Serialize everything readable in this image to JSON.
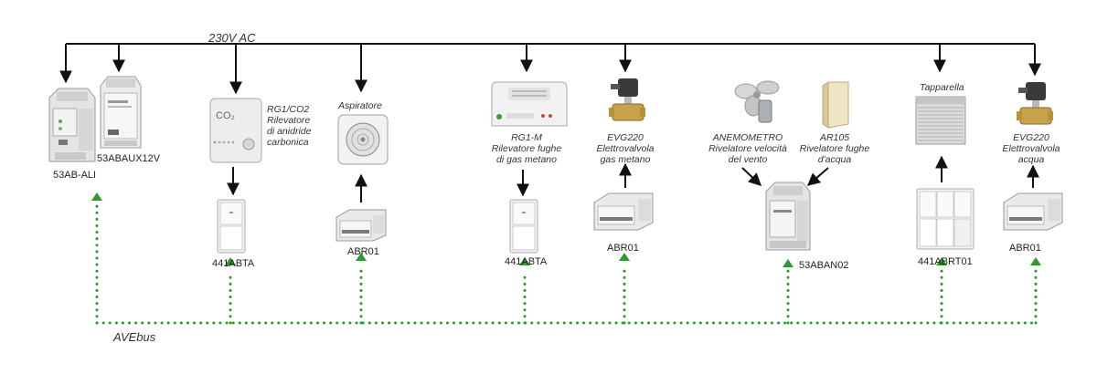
{
  "power_line": {
    "label": "230V AC"
  },
  "bus_line": {
    "label": "AVEbus"
  },
  "devices": {
    "psu_ali": {
      "code": "53AB-ALI"
    },
    "psu_aux": {
      "code": "53ABAUX12V"
    },
    "co2_sensor": {
      "lines": [
        "RG1/CO2",
        "Rilevatore",
        "di anidride",
        "carbonica"
      ],
      "display_text": "CO₂"
    },
    "module_1": {
      "code": "441ABTA"
    },
    "aspiratore": {
      "title": "Aspiratore"
    },
    "relay_1": {
      "code": "ABR01"
    },
    "gas_detector": {
      "lines": [
        "RG1-M",
        "Rilevatore fughe",
        "di gas metano"
      ]
    },
    "module_2": {
      "code": "441ABTA"
    },
    "gas_valve": {
      "lines": [
        "EVG220",
        "Elettrovalvola",
        "gas metano"
      ]
    },
    "relay_2": {
      "code": "ABR01"
    },
    "anemometer": {
      "lines": [
        "ANEMOMETRO",
        "Rivelatore velocità",
        "del vento"
      ]
    },
    "water_sensor": {
      "lines": [
        "AR105",
        "Rivelatore fughe",
        "d'acqua"
      ]
    },
    "din_module": {
      "code": "53ABAN02"
    },
    "tapparella": {
      "title": "Tapparella"
    },
    "switch_module": {
      "code": "441ABRT01"
    },
    "water_valve": {
      "lines": [
        "EVG220",
        "Elettrovalvola",
        "acqua"
      ]
    },
    "relay_3": {
      "code": "ABR01"
    }
  },
  "colors": {
    "power": "#111111",
    "bus": "#2e9a2e",
    "device_body": "#e6e6e6",
    "device_edge": "#9a9a9a"
  }
}
